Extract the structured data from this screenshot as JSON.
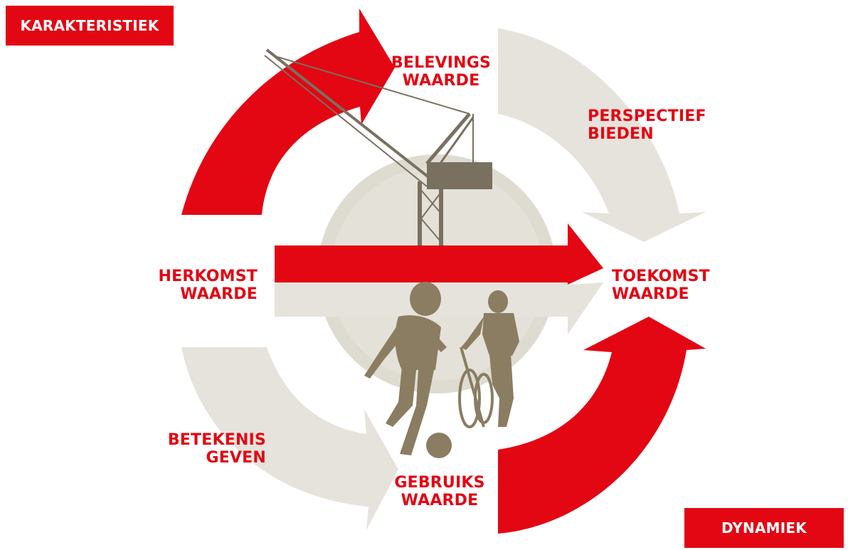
{
  "tags": {
    "top_left": "KARAKTERISTIEK",
    "bottom_right": "DYNAMIEK"
  },
  "labels": {
    "belevingswaarde": [
      "BELEVINGS",
      "WAARDE"
    ],
    "perspectief": [
      "PERSPECTIEF",
      "BIEDEN"
    ],
    "herkomstwaarde": [
      "HERKOMST",
      "WAARDE"
    ],
    "toekomstwaarde": [
      "TOEKOMST",
      "WAARDE"
    ],
    "betekenis": [
      "BETEKENIS",
      "GEVEN"
    ],
    "gebruikswaarde": [
      "GEBRUIKS",
      "WAARDE"
    ]
  },
  "colors": {
    "accent_red": "#e30613",
    "beige_arrow": "#e6e3dc",
    "circle_fill": "#dcd9cf",
    "silhouette": "#8a7d62",
    "crane": "#7a7060"
  },
  "illustrations": [
    "crane",
    "boy-with-football",
    "woman-with-bicycle"
  ]
}
